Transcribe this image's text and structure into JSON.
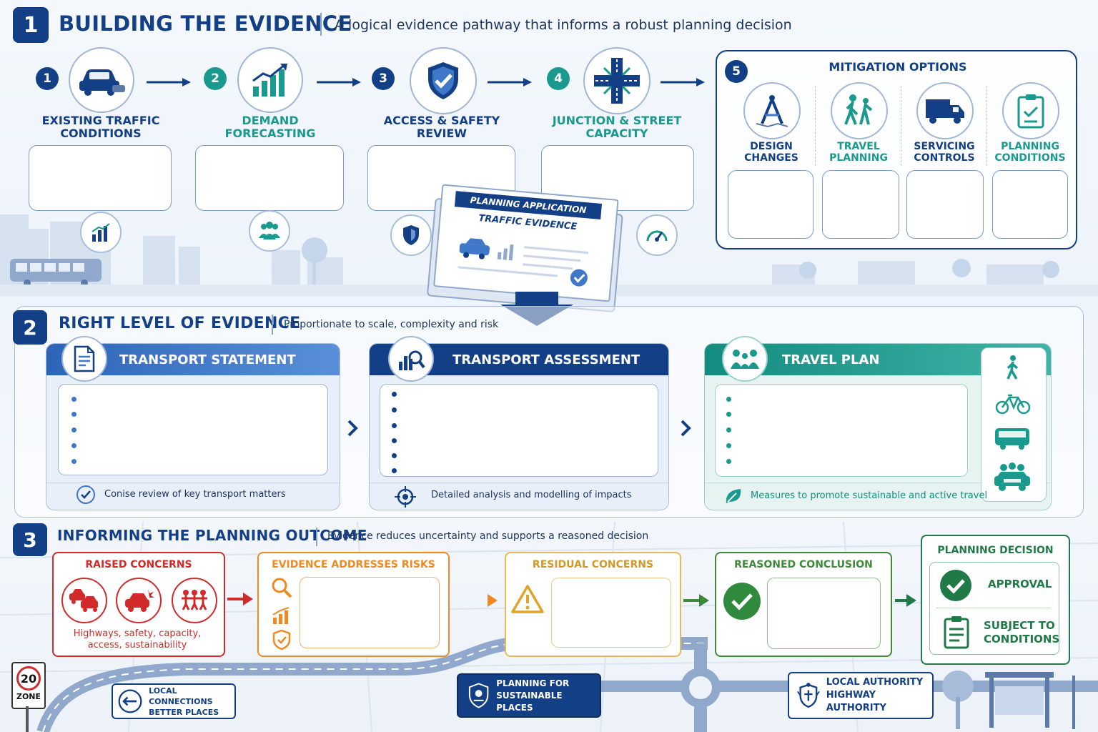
{
  "section1": {
    "number": "1",
    "title": "BUILDING THE EVIDENCE",
    "subtitle": "A logical evidence pathway that informs a robust planning decision",
    "steps": [
      {
        "number": "1",
        "label_line1": "EXISTING TRAFFIC",
        "label_line2": "CONDITIONS",
        "icon": "car-icon",
        "sub_icon": "bar-chart-icon"
      },
      {
        "number": "2",
        "label_line1": "DEMAND",
        "label_line2": "FORECASTING",
        "icon": "growth-chart-icon",
        "sub_icon": "people-group-icon"
      },
      {
        "number": "3",
        "label_line1": "ACCESS & SAFETY",
        "label_line2": "REVIEW",
        "icon": "shield-check-icon",
        "sub_icon": "shield-icon"
      },
      {
        "number": "4",
        "label_line1": "JUNCTION & STREET",
        "label_line2": "CAPACITY",
        "icon": "junction-icon",
        "sub_icon": "speedometer-icon"
      }
    ],
    "mitigation": {
      "number": "5",
      "title": "MITIGATION OPTIONS",
      "options": [
        {
          "line1": "DESIGN",
          "line2": "CHANGES",
          "icon": "compass-icon"
        },
        {
          "line1": "TRAVEL",
          "line2": "PLANNING",
          "icon": "walking-people-icon"
        },
        {
          "line1": "SERVICING",
          "line2": "CONTROLS",
          "icon": "truck-icon"
        },
        {
          "line1": "PLANNING",
          "line2": "CONDITIONS",
          "icon": "clipboard-check-icon"
        }
      ]
    },
    "document": {
      "header": "PLANNING APPLICATION",
      "title": "TRAFFIC EVIDENCE"
    }
  },
  "section2": {
    "number": "2",
    "title": "RIGHT LEVEL OF EVIDENCE",
    "subtitle": "Proportionate to scale, complexity and risk",
    "panels": [
      {
        "title": "TRANSPORT STATEMENT",
        "footnote": "Conise review of key transport matters",
        "bullets": 5,
        "color": "#3f78c9"
      },
      {
        "title": "TRANSPORT ASSESSMENT",
        "footnote": "Detailed analysis and modelling of impacts",
        "bullets": 6,
        "color": "#123f86"
      },
      {
        "title": "TRAVEL PLAN",
        "footnote": "Measures to promote sustainable and active travel",
        "bullets": 5,
        "color": "#1a9a8e"
      }
    ]
  },
  "section3": {
    "number": "3",
    "title": "INFORMING THE PLANNING OUTCOME",
    "subtitle": "Evidence reduces uncertainty and supports a reasoned decision",
    "raised": {
      "title": "RAISED CONCERNS",
      "caption_line1": "Highways, safety, capacity,",
      "caption_line2": "access, sustainability",
      "color": "#d02a2a"
    },
    "addresses": {
      "title": "EVIDENCE ADDRESSES RISKS",
      "color": "#ef8a22"
    },
    "residual": {
      "title": "RESIDUAL CONCERNS",
      "color": "#e0a42a"
    },
    "conclusion": {
      "title": "REASONED CONCLUSION",
      "color": "#3f8a3a"
    },
    "decision": {
      "title": "PLANNING DECISION",
      "option1": "APPROVAL",
      "option2_line1": "SUBJECT TO",
      "option2_line2": "CONDITIONS",
      "color": "#1f7a48"
    }
  },
  "footer": {
    "speed_sign_number": "20",
    "speed_sign_text": "ZONE",
    "tag1_line1": "LOCAL CONNECTIONS",
    "tag1_line2": "BETTER PLACES",
    "tag2_line1": "PLANNING FOR",
    "tag2_line2": "SUSTAINABLE PLACES",
    "tag3_line1": "LOCAL AUTHORITY",
    "tag3_line2": "HIGHWAY AUTHORITY"
  }
}
